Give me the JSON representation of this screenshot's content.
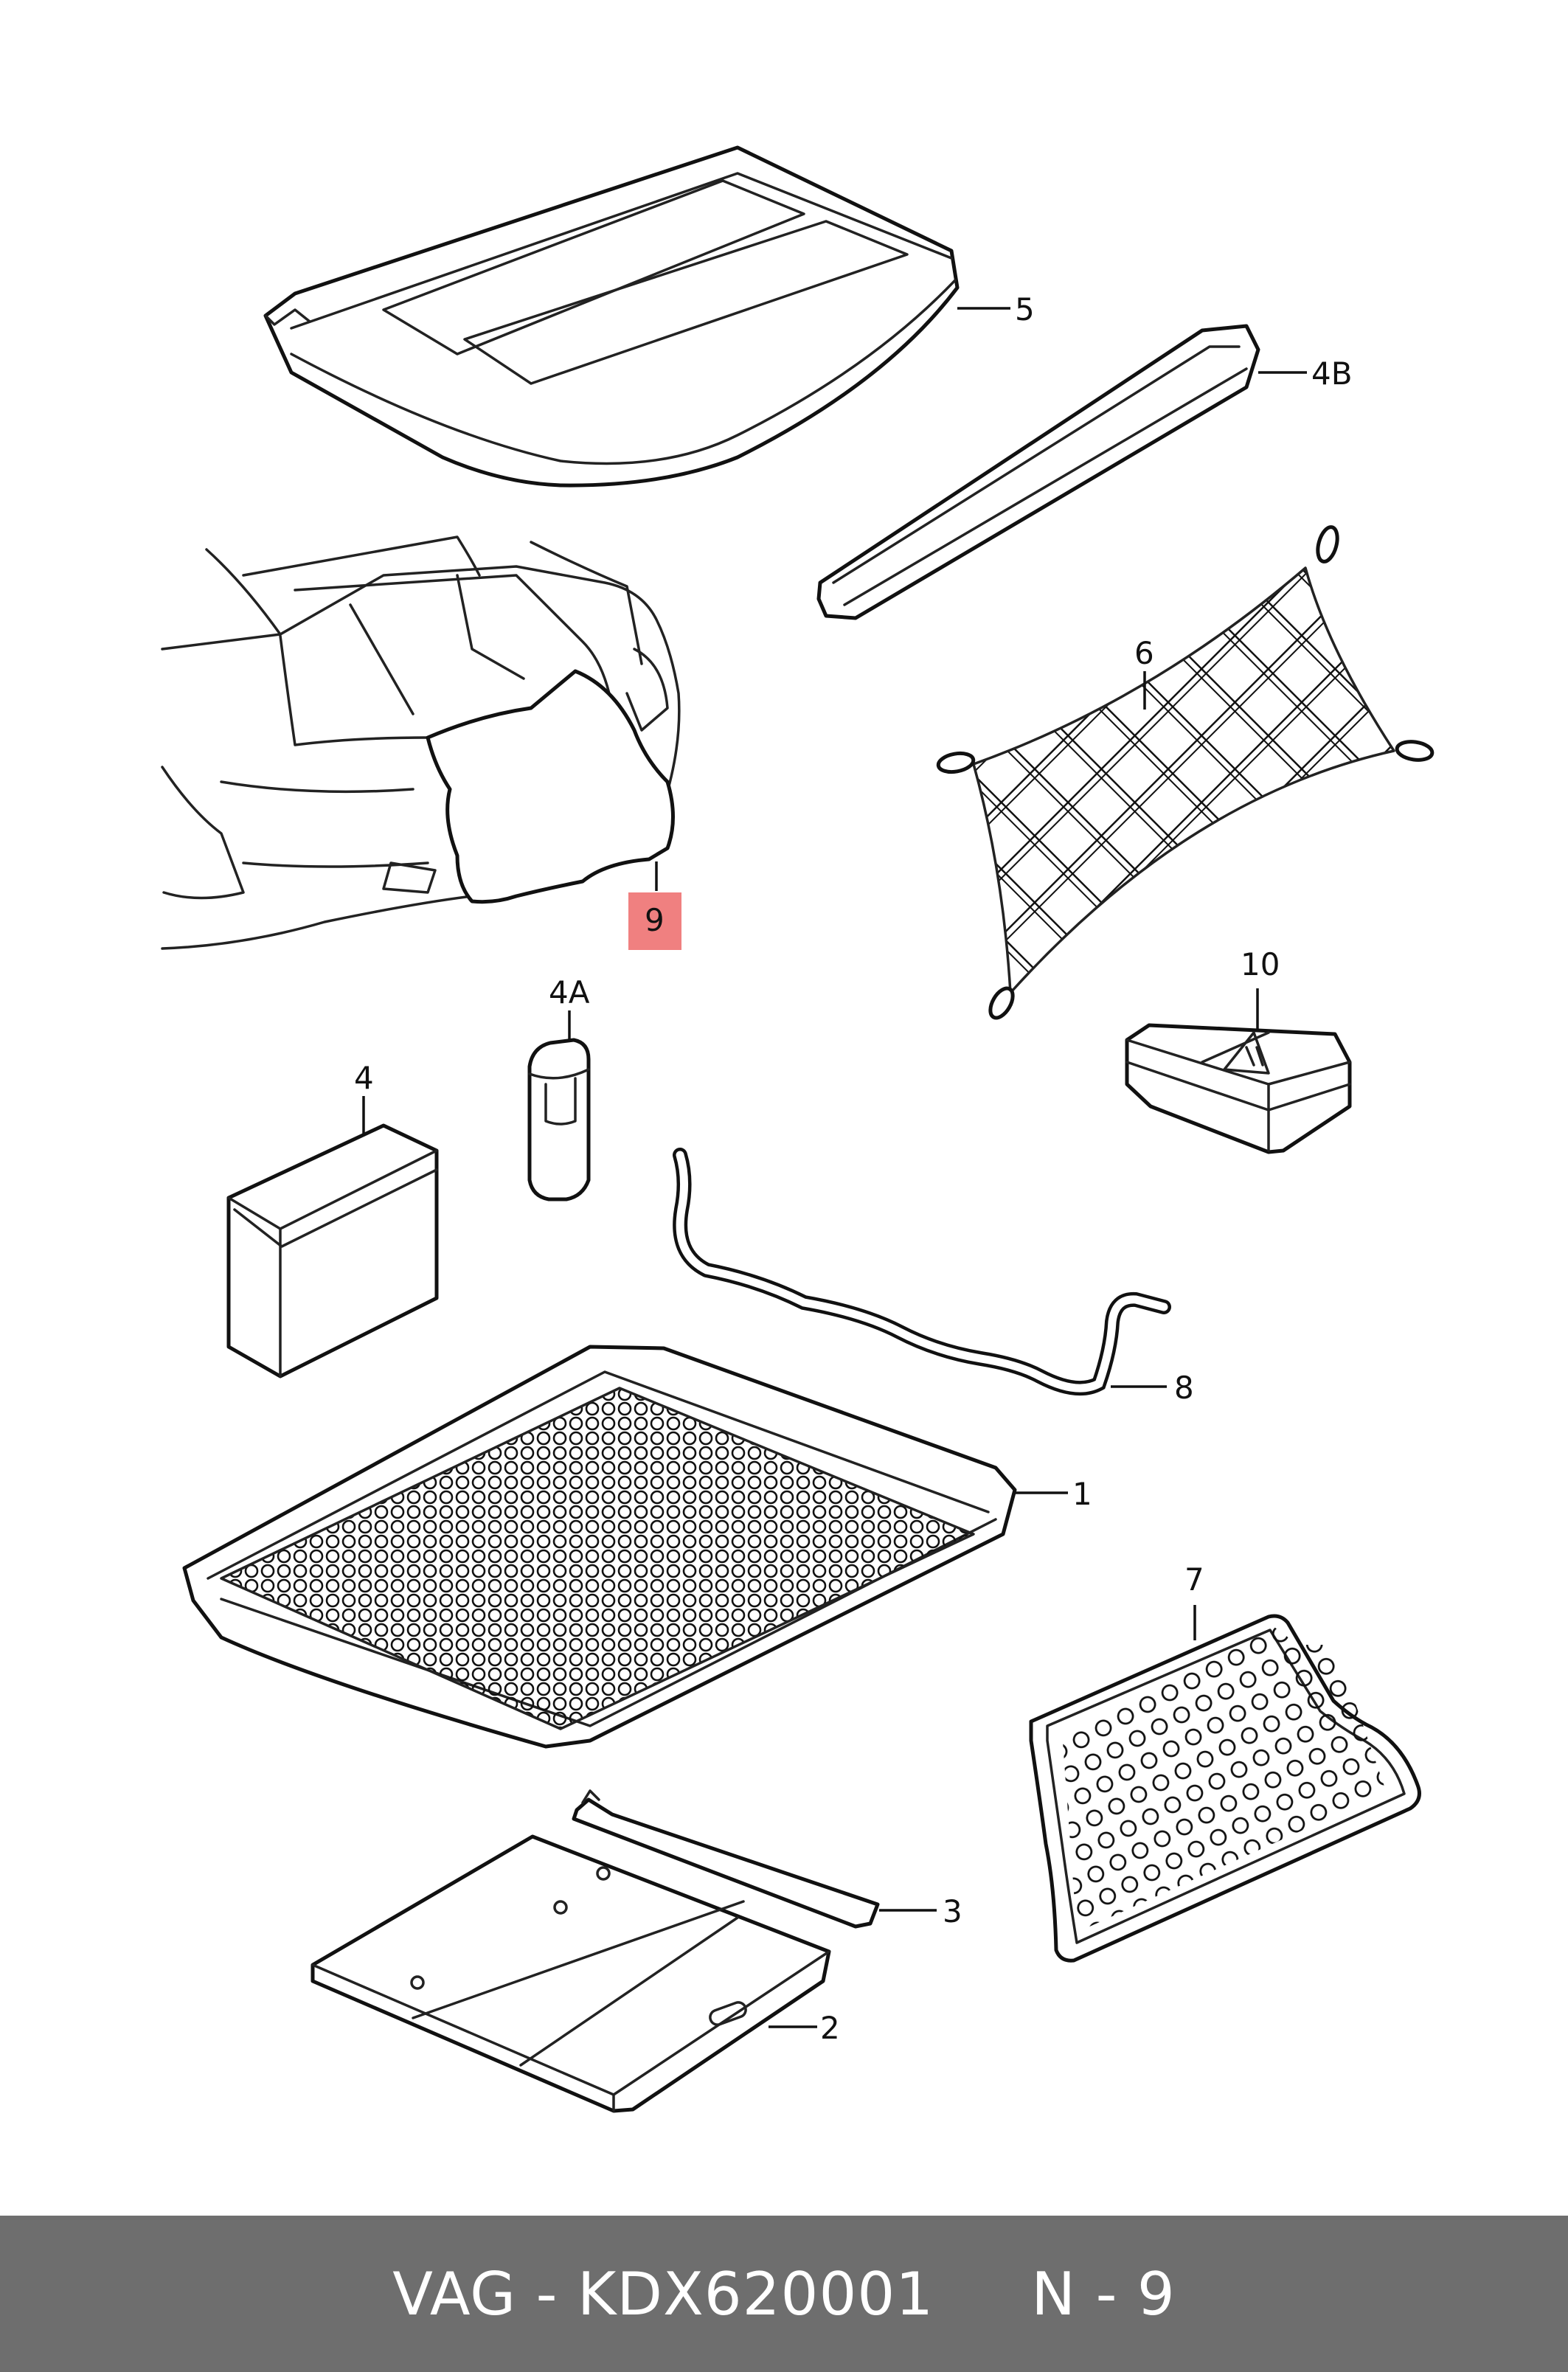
{
  "colors": {
    "line": "#111111",
    "background": "#ffffff",
    "highlight": "#f08080",
    "footer_bg": "#6e6e6e",
    "footer_text": "#ffffff"
  },
  "callouts": {
    "c1": "1",
    "c2": "2",
    "c3": "3",
    "c4": "4",
    "c4a": "4A",
    "c4b": "4B",
    "c5": "5",
    "c6": "6",
    "c7": "7",
    "c8": "8",
    "c9": "9",
    "c10": "10"
  },
  "highlighted_callout": "9",
  "footer": {
    "text": "VAG - KDX620001     N - 9"
  }
}
